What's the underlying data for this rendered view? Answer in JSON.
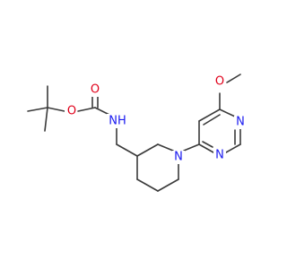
{
  "colors": {
    "bond": "#3a3a3a",
    "oxygen": "#e0001a",
    "nitrogen": "#1a1af0",
    "background": "#ffffff"
  },
  "atoms": {
    "carbamate_ester_oxygen": "O",
    "carbonyl_oxygen": "O",
    "amide_nh": "NH",
    "piperidine_n": "N",
    "methoxy_oxygen": "O",
    "pyrimidine_n1": "N",
    "pyrimidine_n2": "N"
  }
}
